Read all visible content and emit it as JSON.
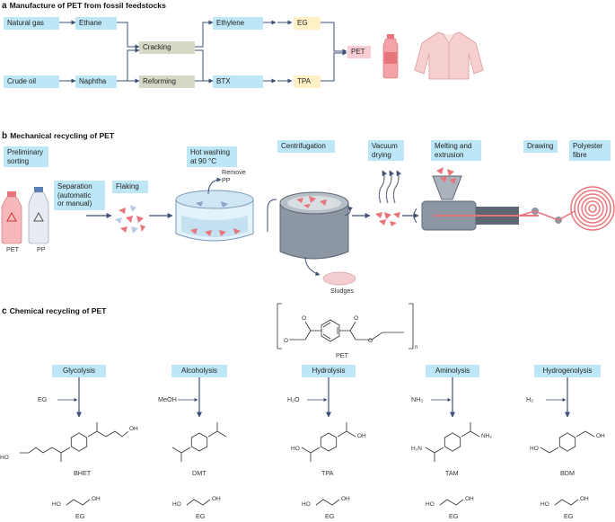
{
  "panel_a": {
    "letter": "a",
    "title": "Manufacture of PET from fossil feedstocks",
    "natural_gas": "Natural gas",
    "ethane": "Ethane",
    "cracking": "Cracking",
    "ethylene": "Ethylene",
    "eg": "EG",
    "pet": "PET",
    "crude_oil": "Crude oil",
    "naphtha": "Naphtha",
    "reforming": "Reforming",
    "btx": "BTX",
    "tpa": "TPA"
  },
  "panel_b": {
    "letter": "b",
    "title": "Mechanical recycling of PET",
    "preliminary_sorting": "Preliminary\nsorting",
    "separation": "Separation\n(automatic\nor manual)",
    "flaking": "Flaking",
    "hot_washing": "Hot washing\nat 90 °C",
    "remove_pp": "Remove\nPP",
    "centrifugation": "Centrifugation",
    "vacuum_drying": "Vacuum\ndrying",
    "melting": "Melting and\nextrusion",
    "drawing": "Drawing",
    "polyester_fibre": "Polyester\nfibre",
    "pet_label": "PET",
    "pp_label": "PP",
    "sludges": "Sludges"
  },
  "panel_c": {
    "letter": "c",
    "title": "Chemical recycling of PET",
    "pet_label": "PET",
    "n_sub": "n",
    "o_label": "O",
    "methods": [
      {
        "name": "Glycolysis",
        "reagent": "EG",
        "product": "BHET"
      },
      {
        "name": "Alcoholysis",
        "reagent": "MeOH",
        "product": "DMT"
      },
      {
        "name": "Hydrolysis",
        "reagent": "H₂O",
        "product": "TPA"
      },
      {
        "name": "Aminolysis",
        "reagent": "NH₃",
        "product": "TAM"
      },
      {
        "name": "Hydrogenolysis",
        "reagent": "H₂",
        "product": "BDM"
      }
    ],
    "byproduct": "EG",
    "ho": "HO",
    "oh": "OH",
    "h2n": "H₂N",
    "nh2": "NH₂"
  },
  "colors": {
    "blue_box": "#bde6f6",
    "olive_box": "#d5d8c4",
    "yellow_box": "#fff0c6",
    "pink_box": "#f8ccd3",
    "arrow": "#3d4f74",
    "pet_pink": "#e8747c"
  }
}
